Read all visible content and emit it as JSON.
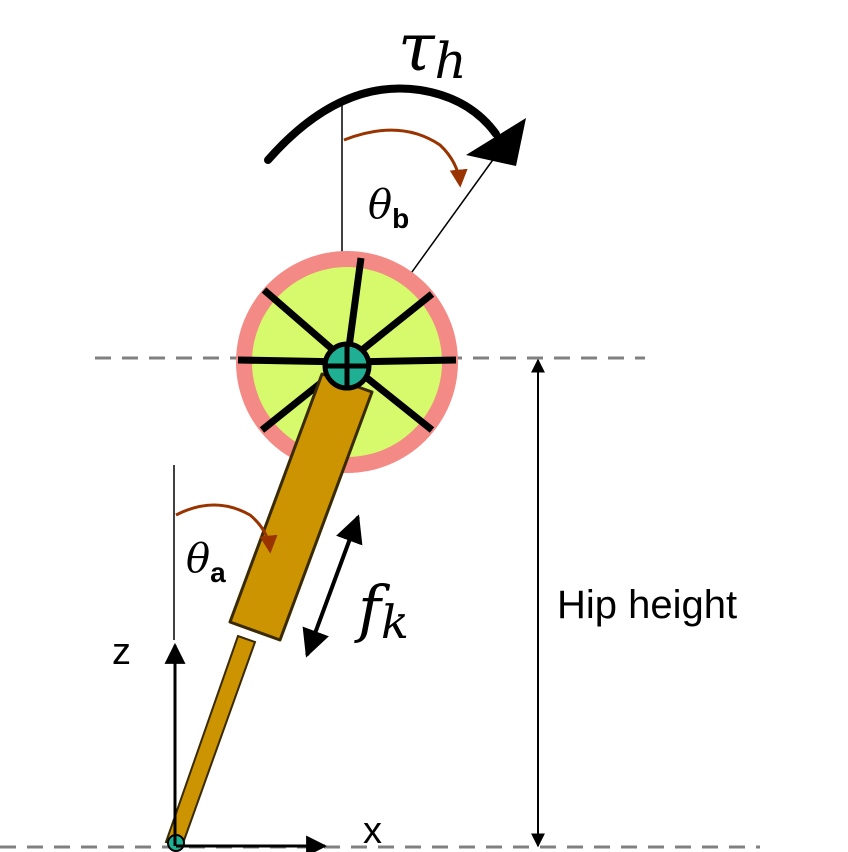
{
  "labels": {
    "tau": "τ",
    "tau_sub": "h",
    "theta": "θ",
    "theta_b_sub": "b",
    "theta_a_sub": "a",
    "f": "f",
    "f_sub": "k",
    "hip_height": "Hip height",
    "z_axis": "z",
    "x_axis": "x"
  },
  "colors": {
    "outer_ring": "#f48a86",
    "inner_disc": "#d6fa6b",
    "hub": "#1fb093",
    "leg": "#cc9400",
    "leg_outline": "#3a2a00",
    "angle_arrow": "#993300",
    "dashed_line": "#808080",
    "ink": "#000000"
  }
}
